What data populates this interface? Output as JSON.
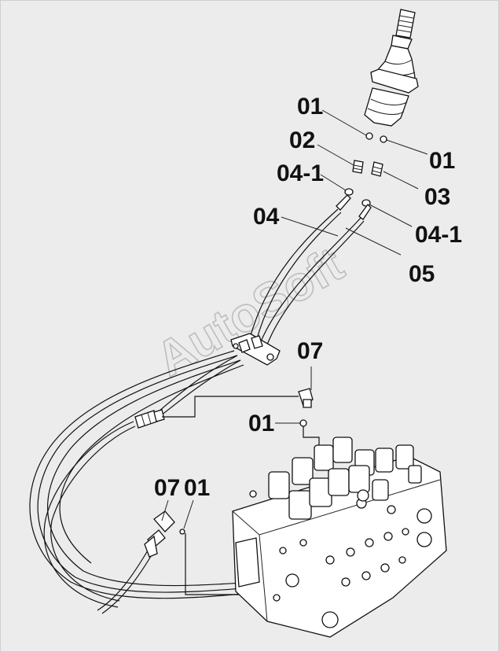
{
  "watermark": "AutoSoft",
  "callouts": [
    {
      "id": "label-01-top-left",
      "text": "01"
    },
    {
      "id": "label-02",
      "text": "02"
    },
    {
      "id": "label-04-1-left",
      "text": "04-1"
    },
    {
      "id": "label-04",
      "text": "04"
    },
    {
      "id": "label-01-top-right",
      "text": "01"
    },
    {
      "id": "label-03",
      "text": "03"
    },
    {
      "id": "label-04-1-right",
      "text": "04-1"
    },
    {
      "id": "label-05",
      "text": "05"
    },
    {
      "id": "label-07-upper",
      "text": "07"
    },
    {
      "id": "label-01-middle",
      "text": "01"
    },
    {
      "id": "label-07-lower",
      "text": "07"
    },
    {
      "id": "label-01-lower",
      "text": "01"
    }
  ]
}
